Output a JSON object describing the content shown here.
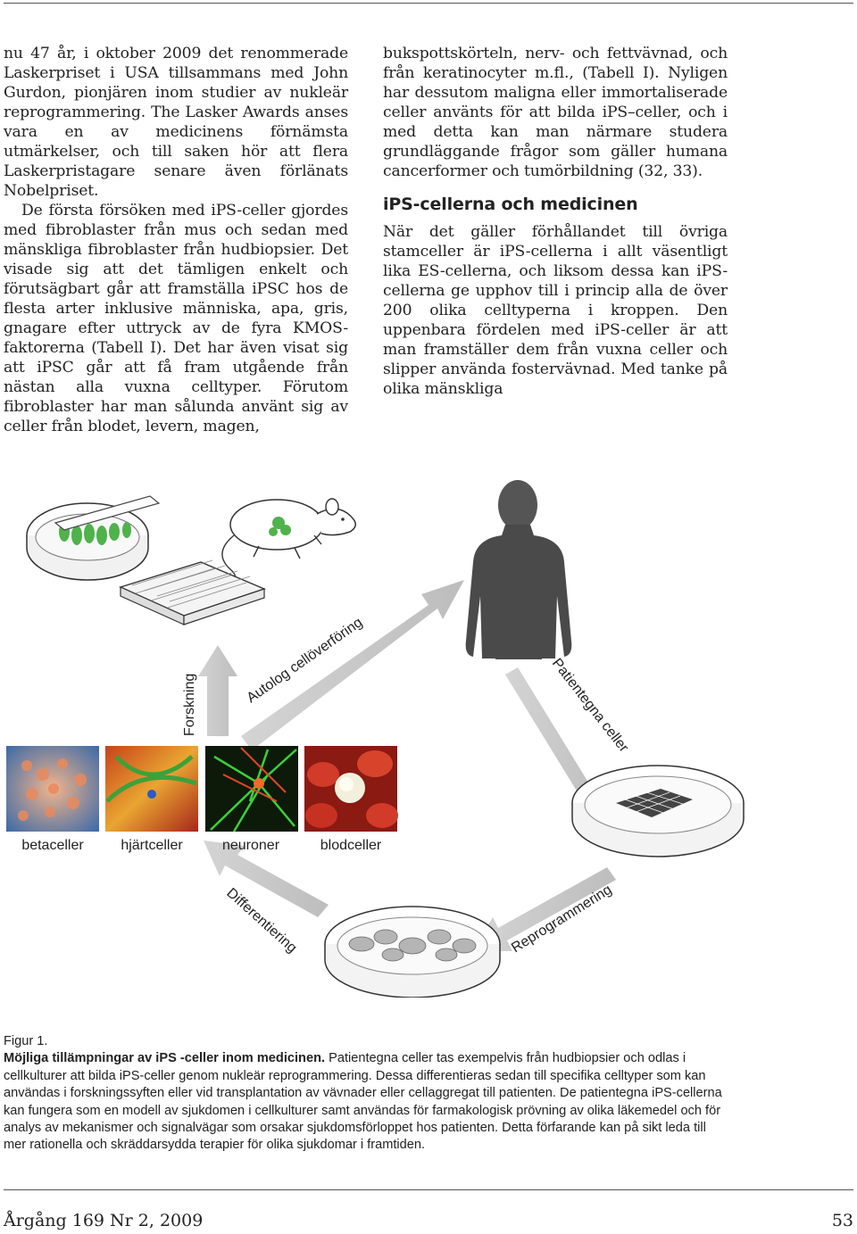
{
  "article": {
    "col1_p1": "nu 47 år, i oktober 2009 det renommerade Laskerpriset i USA tillsammans med John Gurdon, pionjären inom studier av nukleär reprogrammering. The Lasker Awards anses vara en av medicinens förnämsta utmärkelser, och till saken hör att flera Laskerpristagare senare även förlänats Nobelpriset.",
    "col1_p2": "De första försöken med iPS-celler gjordes med fibroblaster från mus och sedan med mänskliga fibroblaster från hudbiopsier. Det visade sig att det tämligen enkelt och förutsägbart går att framställa iPSC hos de flesta arter inklusive människa, apa, gris, gnagare efter uttryck av de fyra KMOS-faktorerna (Tabell I). Det har även visat sig att iPSC går att få fram utgående från nästan alla vuxna celltyper. Förutom fibroblaster har man sålunda använt sig av celler från blodet, levern, magen,",
    "col2_p1": "bukspottskörteln, nerv- och fettvävnad, och från keratinocyter m.fl., (Tabell I). Nyligen har dessutom maligna eller immortaliserade celler använts för att bilda iPS–celler, och i med detta kan man närmare studera grundläggande frågor som gäller humana cancerformer och tumörbildning (32, 33).",
    "heading": "iPS-cellerna och medicinen",
    "col2_p2": "När det gäller förhållandet till övriga stamceller är iPS-cellerna i allt väsentligt lika ES-cellerna, och liksom dessa kan iPS-cellerna ge upphov till i princip alla de över 200 olika celltyperna i kroppen. Den uppenbara fördelen med iPS-celler är att man framställer dem från vuxna celler och slipper använda fostervävnad. Med tanke på olika mänskliga"
  },
  "figure": {
    "label_forskning": "Forskning",
    "label_autolog": "Autolog cellöverföring",
    "label_patientegna": "Patientegna celler",
    "label_differentiering": "Differentiering",
    "label_reprogrammering": "Reprogrammering",
    "cells": [
      "betaceller",
      "hjärtceller",
      "neuroner",
      "blodceller"
    ]
  },
  "caption": {
    "number": "Figur 1.",
    "title": "Möjliga tillämpningar av iPS -celler inom medicinen.",
    "body": " Patientegna celler tas exempelvis från hudbiopsier och odlas i cellkulturer att bilda iPS-celler genom nukleär reprogrammering. Dessa differentieras sedan till specifika celltyper som kan användas i forskningssyften eller vid transplantation av vävnader eller cellaggregat till patienten. De patientegna iPS-cellerna kan fungera som en modell av sjukdomen i cellkulturer samt användas för farmakologisk prövning av olika läkemedel och för analys av mekanismer och signalvägar som orsakar sjukdomsförloppet hos patienten. Detta förfarande kan på sikt leda till mer rationella och skräddarsydda terapier för olika sjukdomar i framtiden."
  },
  "footer": {
    "left": "Årgång 169 Nr 2, 2009",
    "right": "53"
  }
}
